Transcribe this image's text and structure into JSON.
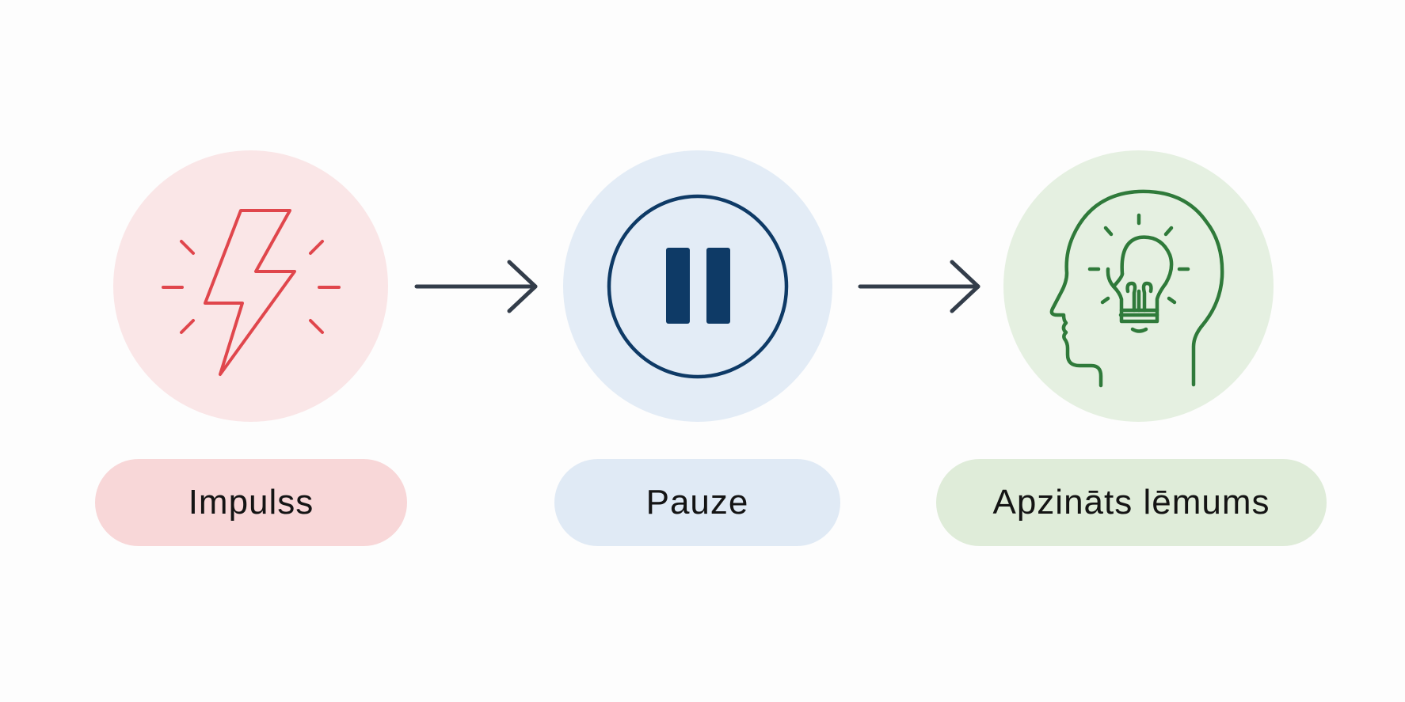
{
  "steps": [
    {
      "label": "Impulss",
      "icon": "lightning-bolt-icon",
      "circle_color": "#fae6e7",
      "pill_color": "#f8d7d8",
      "icon_color": "#e0464c"
    },
    {
      "label": "Pauze",
      "icon": "pause-icon",
      "circle_color": "#e3ecf6",
      "pill_color": "#e0eaf5",
      "icon_color": "#0e3a66"
    },
    {
      "label": "Apzināts lēmums",
      "icon": "head-lightbulb-icon",
      "circle_color": "#e5f0e1",
      "pill_color": "#dfecd9",
      "icon_color": "#2f7a3a"
    }
  ],
  "arrow_color": "#333d4a"
}
